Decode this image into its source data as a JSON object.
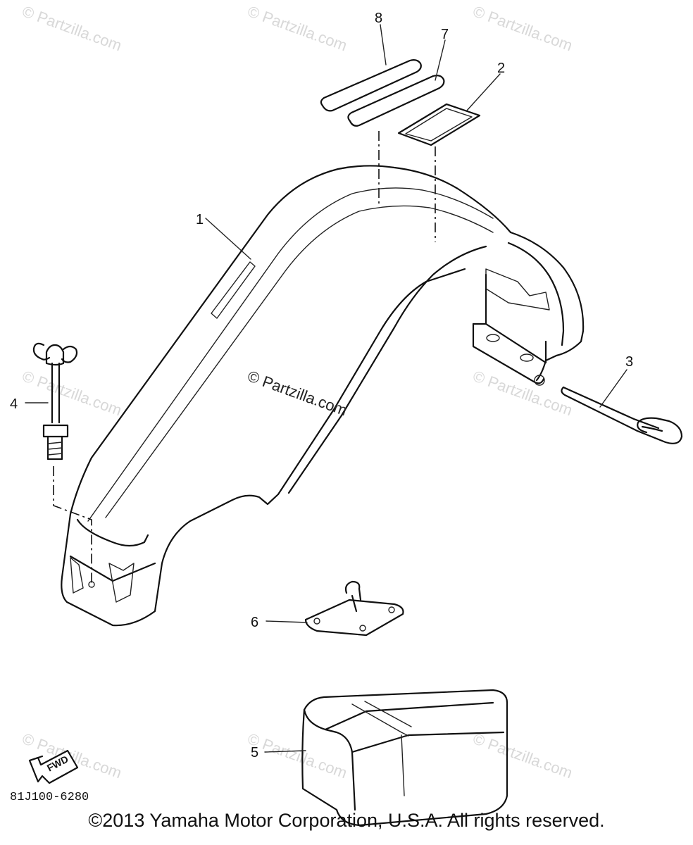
{
  "callouts": {
    "c1": "1",
    "c2": "2",
    "c3": "3",
    "c4": "4",
    "c5": "5",
    "c6": "6",
    "c7": "7",
    "c8": "8"
  },
  "watermark": "© Partzilla.com",
  "diagram_code": "81J100-6280",
  "direction_label": "FWD",
  "copyright": "©2013  Yamaha Motor Corporation, U.S.A. All rights reserved."
}
